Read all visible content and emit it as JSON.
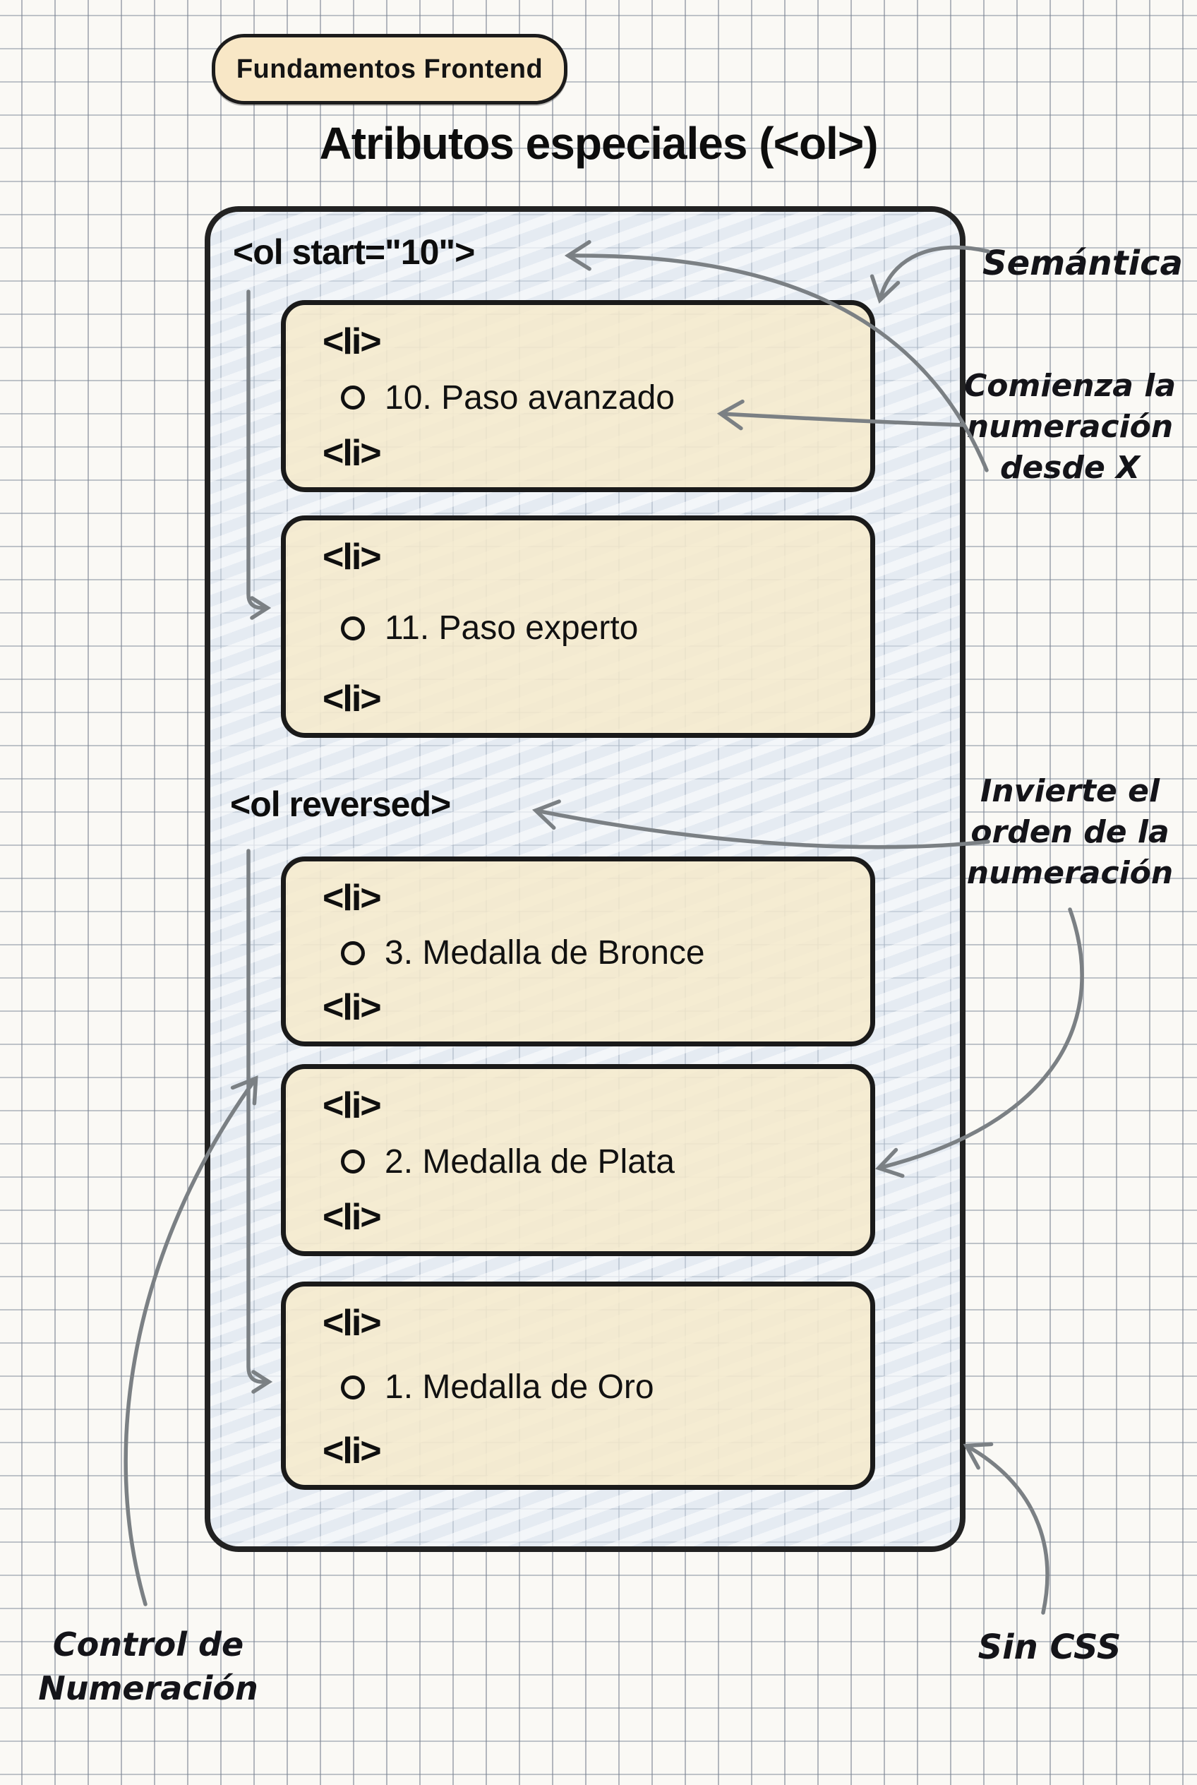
{
  "badge": {
    "label": "Fundamentos Frontend"
  },
  "title": "Atributos especiales (<ol>)",
  "labels": {
    "li": "<li>"
  },
  "sections": [
    {
      "tag": "<ol start=\"10\">",
      "items": [
        "10. Paso avanzado",
        "11. Paso experto"
      ]
    },
    {
      "tag": "<ol reversed>",
      "items": [
        "3. Medalla de Bronce",
        "2. Medalla de Plata",
        "1. Medalla de Oro"
      ]
    }
  ],
  "annotations": {
    "semantica": "Semántica",
    "comienza": "Comienza la\nnumeración\ndesde X",
    "invierte": "Invierte el\norden de la\nnumeración",
    "control": "Control de\nNumeración",
    "sin_css": "Sin CSS"
  },
  "colors": {
    "paper": "#faf9f5",
    "grid_line": "#768090",
    "container_fill": "#dde7f1",
    "card_fill": "#f5e9c9",
    "badge_fill": "#f8e7c6",
    "ink": "#141414",
    "arrow": "#7b8084"
  }
}
